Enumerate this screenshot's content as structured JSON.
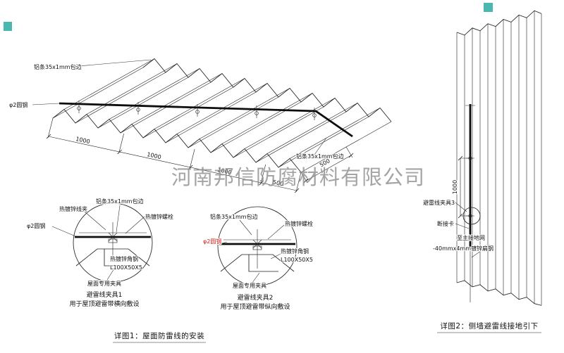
{
  "watermark": "河南邦信防腐材料有限公司",
  "roof": {
    "alu_strip_top": "铝条35x1mm包边",
    "round_steel": "φ2圆钢",
    "alu_strip_right": "铝条35x1mm包边",
    "dim_1": "1000",
    "dim_2": "1000",
    "dim_3": "1000",
    "dim_4": "500",
    "dim_5": "500"
  },
  "detail1": {
    "wire_clip": "热镀锌线夹",
    "alu_strip": "铝条35x1mm包边",
    "bolt": "热镀锌螺栓",
    "round_steel": "φ2圆钢",
    "angle_steel": "热镀锌角钢",
    "angle_size": "L100X50X5",
    "roof_fixture": "屋面专用夹具",
    "title": "避雷线夹具1",
    "subtitle": "用于屋顶避雷带横向敷设"
  },
  "detail2": {
    "alu_strip": "铝条35x1mm包边",
    "bolt": "热镀锌螺栓",
    "round_steel": "φ2圆钢",
    "angle_steel": "热镀锌角钢",
    "angle_size": "L100X50X5",
    "roof_fixture": "屋面专用夹具",
    "title": "避雷线夹具2",
    "subtitle": "用于屋顶避雷带纵向敷设"
  },
  "wall": {
    "dim": "1000",
    "clamp3": "避雷线夹具3",
    "disconnect": "断接卡",
    "to_ground": "至主接地网",
    "flat_steel": "-40mmx4mm镀锌扁钢"
  },
  "captions": {
    "detail1": "详图1：屋面防雷线的安装",
    "detail2": "详图2：侧墙避雷线接地引下"
  },
  "colors": {
    "line": "#222222",
    "red": "#cf201a",
    "watermark": "#8e8e8e",
    "marker": "#35b0a6"
  }
}
